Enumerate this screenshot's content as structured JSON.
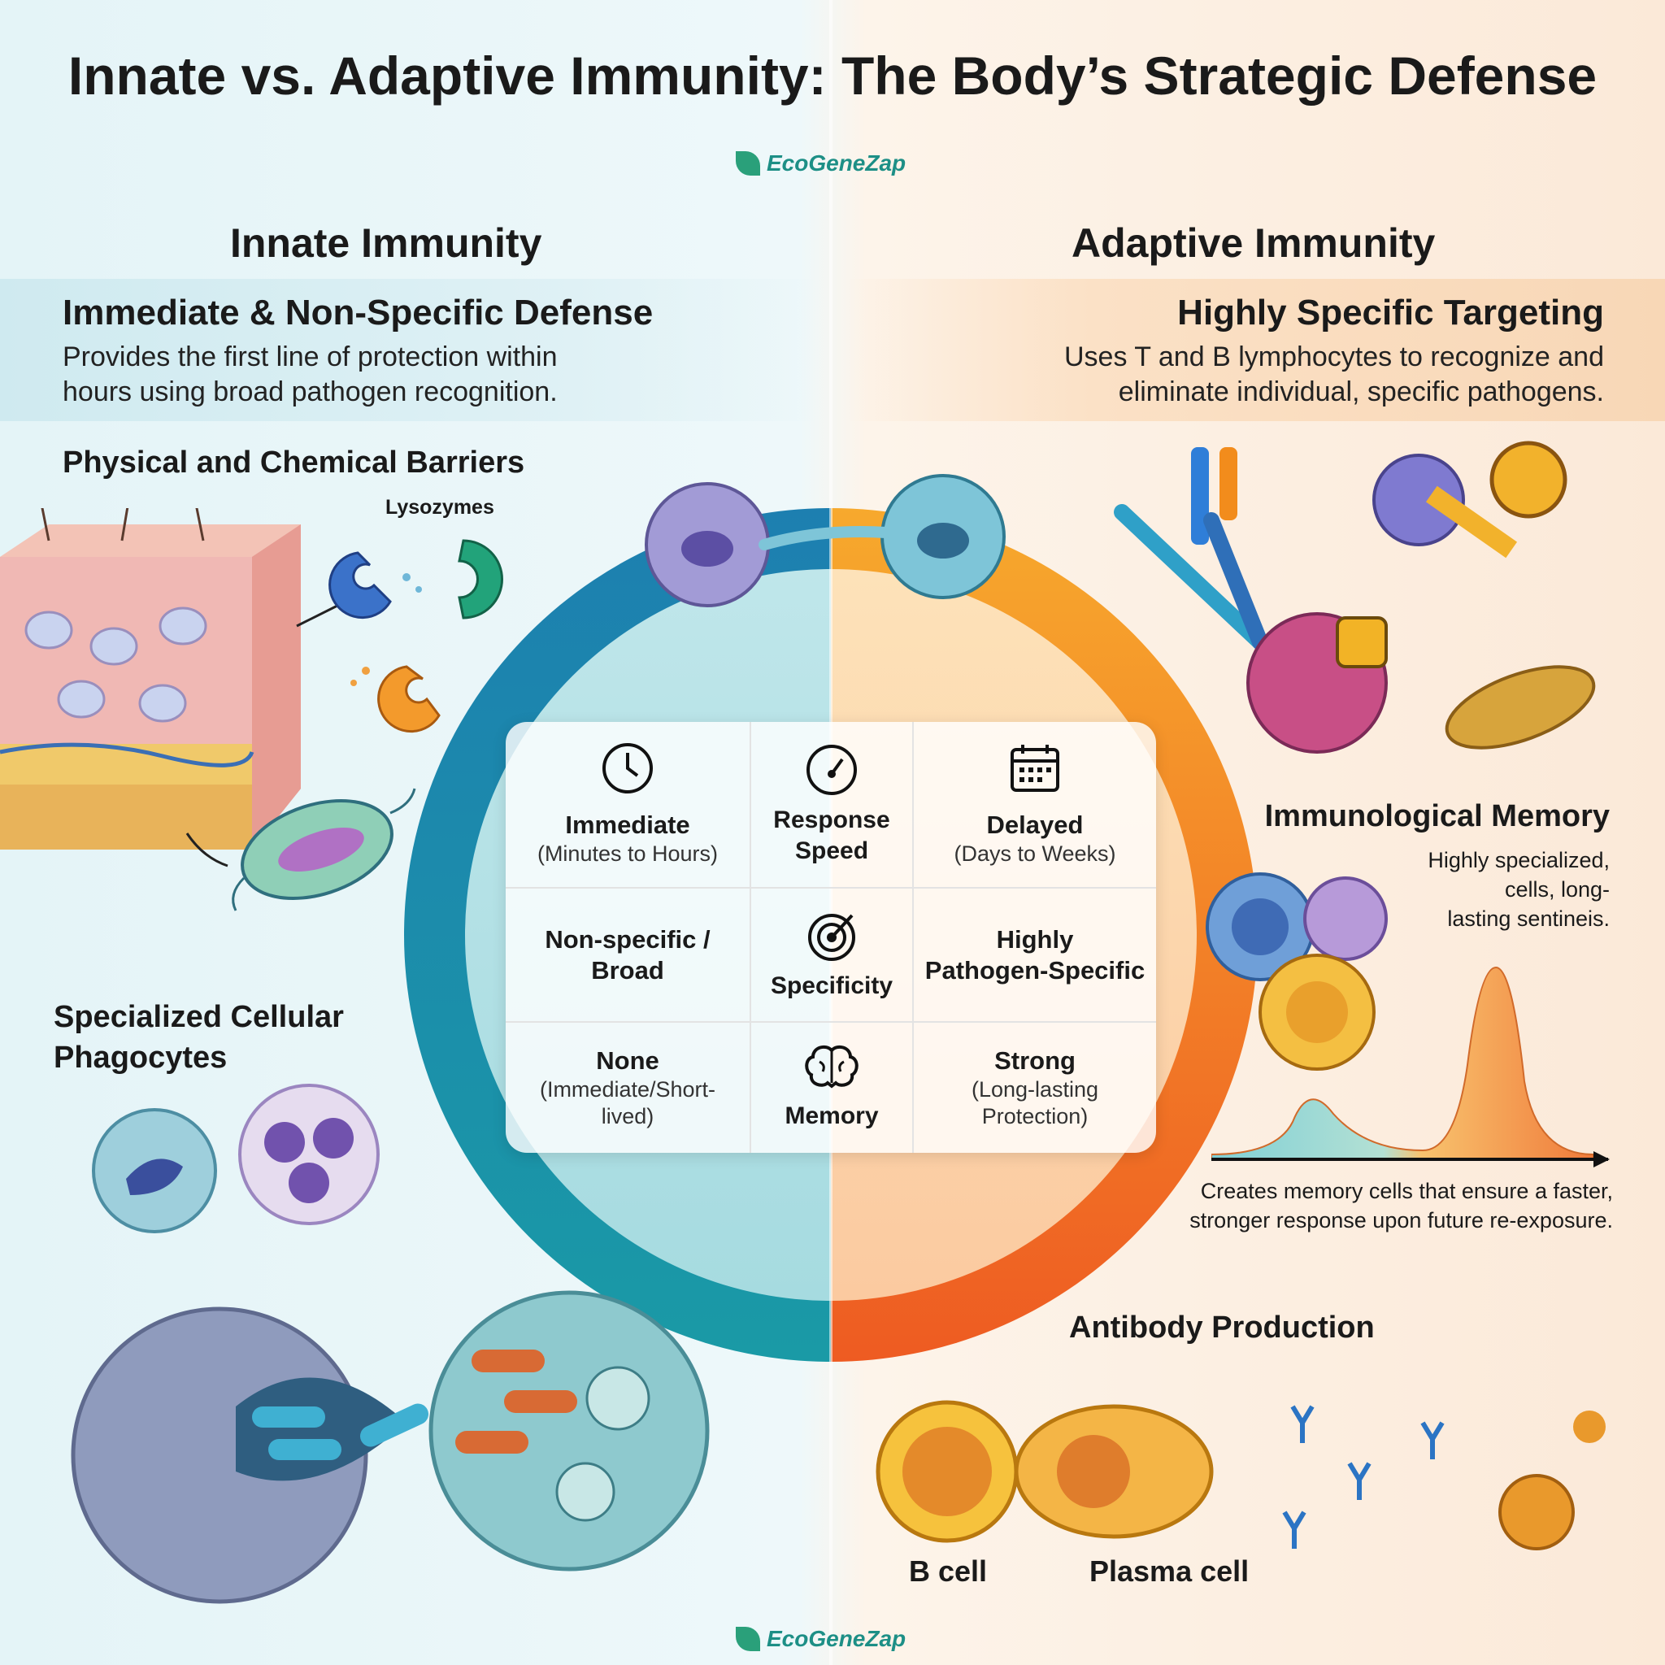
{
  "title": "Innate vs. Adaptive Immunity: The Body’s Strategic Defense",
  "brand": "EcoGeneZap",
  "innate": {
    "heading": "Innate Immunity",
    "subheading": "Immediate & Non-Specific Defense",
    "description_line1": "Provides the first line of protection within",
    "description_line2": "hours using broad pathogen recognition.",
    "barriers_heading": "Physical and Chemical Barriers",
    "lysozymes_label": "Lysozymes",
    "phagocytes_heading_line1": "Specialized Cellular",
    "phagocytes_heading_line2": "Phagocytes"
  },
  "adaptive": {
    "heading": "Adaptive Immunity",
    "subheading": "Highly Specific Targeting",
    "description_line1": "Uses T and B lymphocytes to recognize and",
    "description_line2": "eliminate individual, specific pathogens.",
    "memory_heading": "Immunological Memory",
    "memory_note_line1": "Highly specialized,",
    "memory_note_line2": "cells, long-",
    "memory_note_line3": "lasting sentineis.",
    "memory_caption_line1": "Creates memory cells that ensure a faster,",
    "memory_caption_line2": "stronger response upon future re-exposure.",
    "antibody_heading": "Antibody Production",
    "b_cell_label": "B cell",
    "plasma_cell_label": "Plasma cell"
  },
  "comparison": {
    "speed": {
      "innate_main": "Immediate",
      "innate_sub": "(Minutes to Hours)",
      "label_line1": "Response",
      "label_line2": "Speed",
      "adaptive_main": "Delayed",
      "adaptive_sub": "(Days to Weeks)"
    },
    "specificity": {
      "innate_line1": "Non-specific /",
      "innate_line2": "Broad",
      "label": "Specificity",
      "adaptive_line1": "Highly",
      "adaptive_line2": "Pathogen-Specific"
    },
    "memory": {
      "innate_main": "None",
      "innate_sub_line1": "(Immediate/Short-",
      "innate_sub_line2": "lived)",
      "label": "Memory",
      "adaptive_main": "Strong",
      "adaptive_sub_line1": "(Long-lasting",
      "adaptive_sub_line2": "Protection)"
    }
  },
  "colors": {
    "innate_accent": "#1f8fae",
    "adaptive_accent": "#f07a1e",
    "brand": "#1d8f86"
  },
  "icons": [
    "clock-icon",
    "speedometer-icon",
    "calendar-icon",
    "target-icon",
    "brain-icon",
    "leaf-icon"
  ]
}
